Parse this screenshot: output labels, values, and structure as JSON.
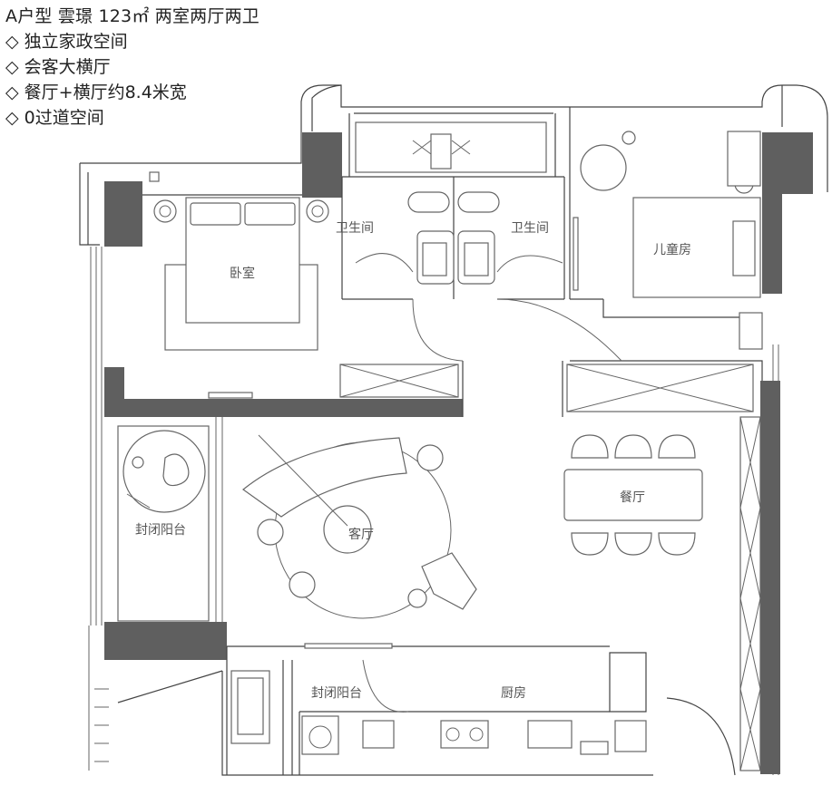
{
  "header": {
    "title": "A户型 雲璟 123㎡ 两室两厅两卫",
    "features": [
      "◇ 独立家政空间",
      "◇ 会客大横厅",
      "◇ 餐厅+横厅约8.4米宽",
      "◇ 0过道空间"
    ]
  },
  "rooms": {
    "bedroom": "卧室",
    "bathroom_left": "卫生间",
    "bathroom_right": "卫生间",
    "kids_room": "儿童房",
    "dining": "餐厅",
    "living": "客厅",
    "balcony_left": "封闭阳台",
    "balcony_bottom": "封闭阳台",
    "kitchen": "厨房"
  },
  "colors": {
    "wall": "#5f5f5f",
    "line": "#444444",
    "text": "#222222"
  }
}
